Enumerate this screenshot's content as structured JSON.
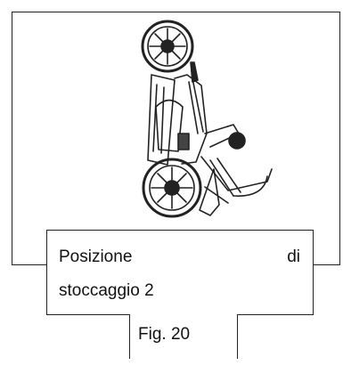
{
  "figure": {
    "image_subject": "folded-stroller-icon",
    "caption": {
      "word1": "Posizione",
      "word2": "di",
      "line2": "stoccaggio 2"
    },
    "fig_label": "Fig. 20"
  }
}
